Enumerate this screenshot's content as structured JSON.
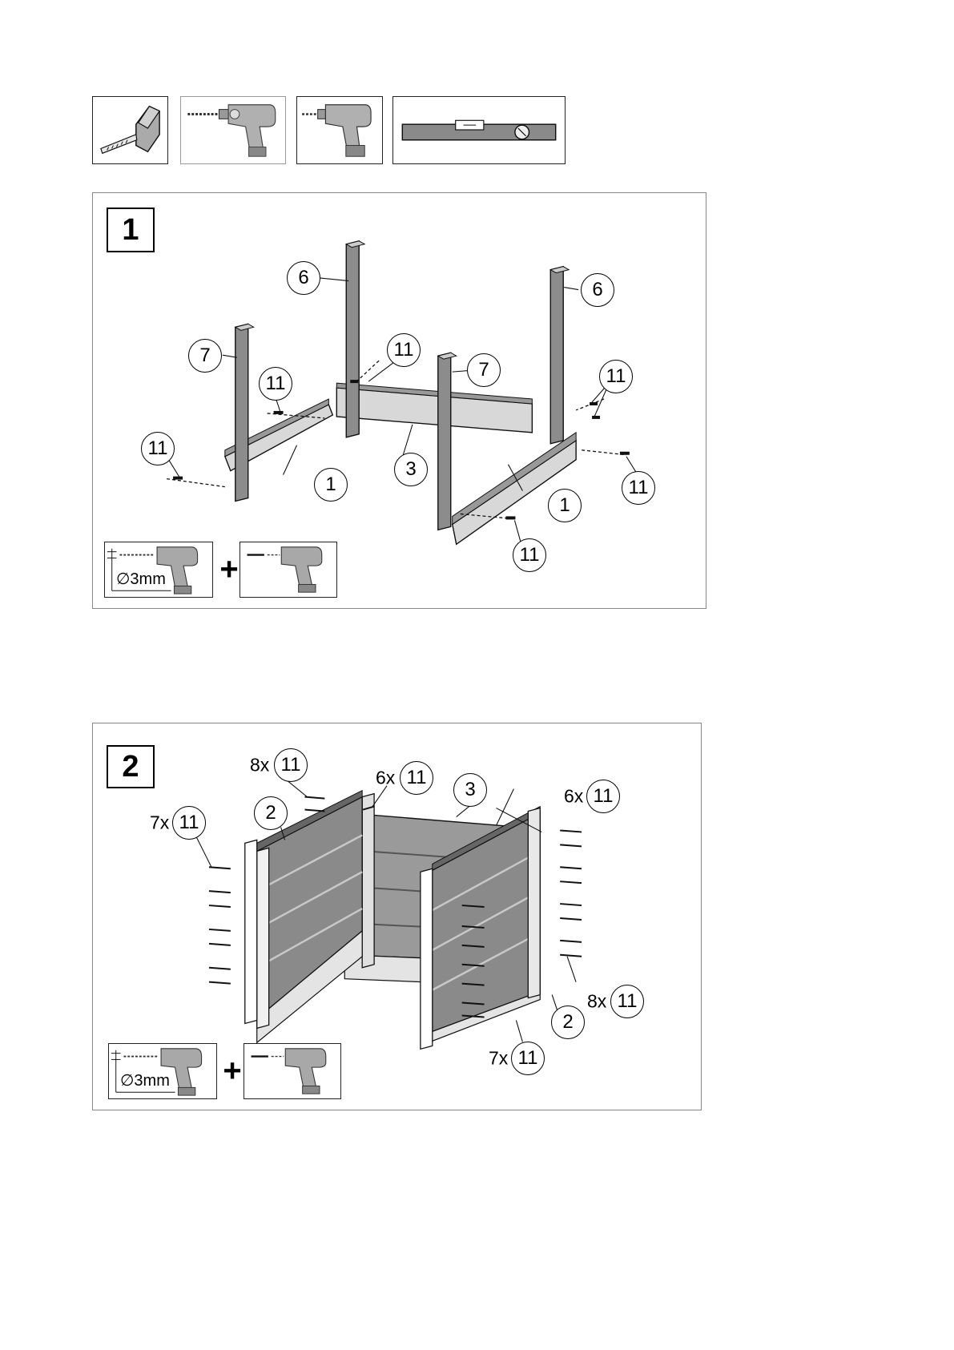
{
  "tools": [
    {
      "name": "tape-measure-icon"
    },
    {
      "name": "hammer-drill-icon"
    },
    {
      "name": "cordless-drill-icon"
    },
    {
      "name": "spirit-level-icon"
    }
  ],
  "step1": {
    "number": "1",
    "labels": {
      "post_back_left": "6",
      "post_back_right": "6",
      "post_front_left": "7",
      "post_front_right": "7",
      "screw_a": "11",
      "screw_b": "11",
      "screw_c": "11",
      "screw_d": "11",
      "screw_e": "11",
      "screw_f": "11",
      "rail_left": "1",
      "rail_right": "1",
      "back_board": "3"
    },
    "drill_diameter": "∅3mm",
    "plus": "+"
  },
  "step2": {
    "number": "2",
    "labels": {
      "screw_top_left": "11",
      "screw_top_mid": "11",
      "screw_top_right": "11",
      "screw_left": "11",
      "screw_bottom_right": "11",
      "screw_right": "11",
      "side_left": "2",
      "side_right": "2",
      "back_board": "3"
    },
    "quantities": {
      "top_left": "8x",
      "top_mid": "6x",
      "top_right": "6x",
      "left": "7x",
      "bottom_right": "7x",
      "right": "8x"
    },
    "drill_diameter": "∅3mm",
    "plus": "+"
  },
  "colors": {
    "post": "#8c8c8c",
    "board_light": "#d8d8d8",
    "board_mid": "#b4b4b4",
    "board_dark": "#6e6e6e",
    "outline": "#111111"
  }
}
